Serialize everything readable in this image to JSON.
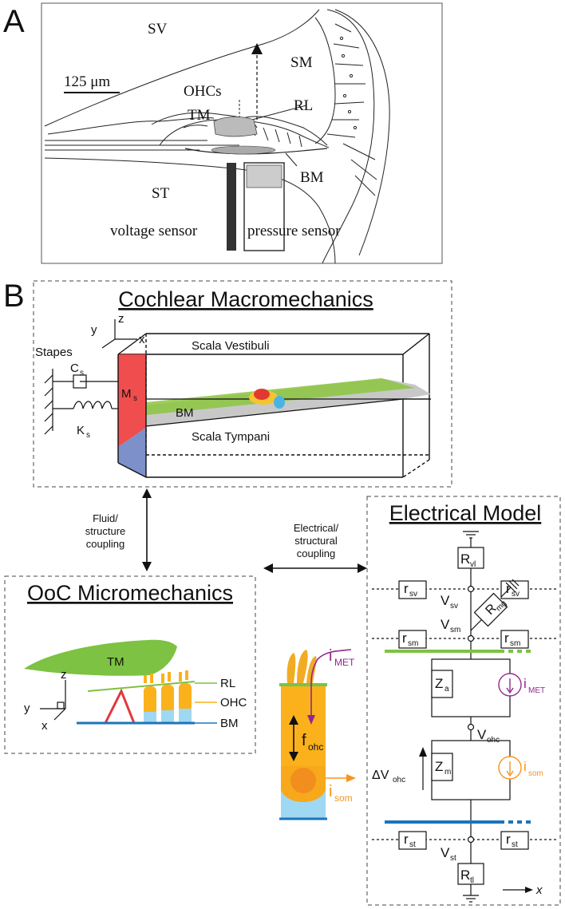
{
  "panel_a": {
    "letter": "A",
    "scale_bar": "125 μm",
    "labels": {
      "sv": "SV",
      "sm": "SM",
      "ohcs": "OHCs",
      "rl": "RL",
      "tm": "TM",
      "bm": "BM",
      "st": "ST",
      "voltage_sensor": "voltage sensor",
      "pressure_sensor": "pressure sensor"
    }
  },
  "panel_b": {
    "letter": "B",
    "macro": {
      "title": "Cochlear Macromechanics",
      "scala_vestibuli": "Scala Vestibuli",
      "scala_tympani": "Scala Tympani",
      "bm": "BM",
      "stapes": "Stapes",
      "c": "C",
      "c_sub": "s",
      "m": "M",
      "m_sub": "s",
      "k": "K",
      "k_sub": "s",
      "axis_x": "x",
      "axis_y": "y",
      "axis_z": "z"
    },
    "fluid_coupling": [
      "Fluid/",
      "structure",
      "coupling"
    ],
    "electrical_coupling": [
      "Electrical/",
      "structural",
      "coupling"
    ],
    "micro": {
      "title": "OoC Micromechanics",
      "tm": "TM",
      "rl": "RL",
      "ohc": "OHC",
      "bm": "BM",
      "axis_z": "z",
      "axis_y": "y",
      "axis_x": "x"
    },
    "cell": {
      "i_met": "i",
      "i_met_sub": "MET",
      "f_ohc": "f",
      "f_ohc_sub": "ohc",
      "i_som": "i",
      "i_som_sub": "som"
    },
    "electrical": {
      "title": "Electrical Model",
      "r_vl": "R",
      "r_vl_sub": "vl",
      "r_sv": "r",
      "r_sv_sub": "sv",
      "v_sv": "V",
      "v_sv_sub": "sv",
      "r_mg": "R",
      "r_mg_sub": "mg",
      "v_sm": "V",
      "v_sm_sub": "sm",
      "r_sm": "r",
      "r_sm_sub": "sm",
      "z_a": "Z",
      "z_a_sub": "a",
      "i_met": "i",
      "i_met_sub": "MET",
      "v_ohc": "V",
      "v_ohc_sub": "ohc",
      "dv_ohc": "ΔV",
      "dv_ohc_sub": "ohc",
      "z_m": "Z",
      "z_m_sub": "m",
      "i_som": "i",
      "i_som_sub": "som",
      "r_st": "r",
      "r_st_sub": "st",
      "v_st": "V",
      "v_st_sub": "st",
      "r_tl": "R",
      "r_tl_sub": "tl",
      "axis_x": "x"
    }
  },
  "colors": {
    "tm_green": "#7dc243",
    "ohc_orange": "#fbb11c",
    "bm_blue": "#1b75bb",
    "fluid_blue": "#9fd8f3",
    "met_purple": "#92278f",
    "som_orange": "#f7941d",
    "pillar_red": "#e2383f",
    "stapes_red": "#ee3b3b",
    "tympani_blue": "#6f84c4"
  }
}
